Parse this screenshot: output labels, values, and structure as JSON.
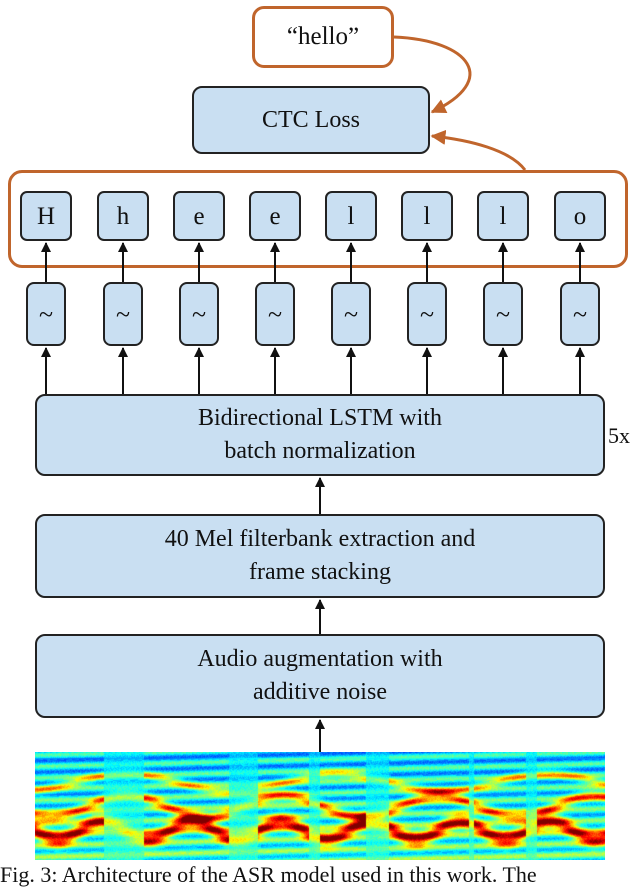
{
  "output_text": "“hello”",
  "loss_label": "CTC Loss",
  "output_chars": [
    "H",
    "h",
    "e",
    "e",
    "l",
    "l",
    "l",
    "o"
  ],
  "tilde_symbol": "~",
  "blocks": {
    "lstm": {
      "line1": "Bidirectional LSTM with",
      "line2": "batch normalization"
    },
    "mel": {
      "line1": "40 Mel filterbank extraction and",
      "line2": "frame stacking"
    },
    "augment": {
      "line1": "Audio augmentation with",
      "line2": "additive noise"
    }
  },
  "repeat_label": "5x",
  "caption": "Fig. 3: Architecture of the ASR model used in this work. The",
  "colors": {
    "box_fill": "#c9dff2",
    "box_border": "#222222",
    "accent_orange": "#c0652c",
    "arrow": "#111111"
  }
}
